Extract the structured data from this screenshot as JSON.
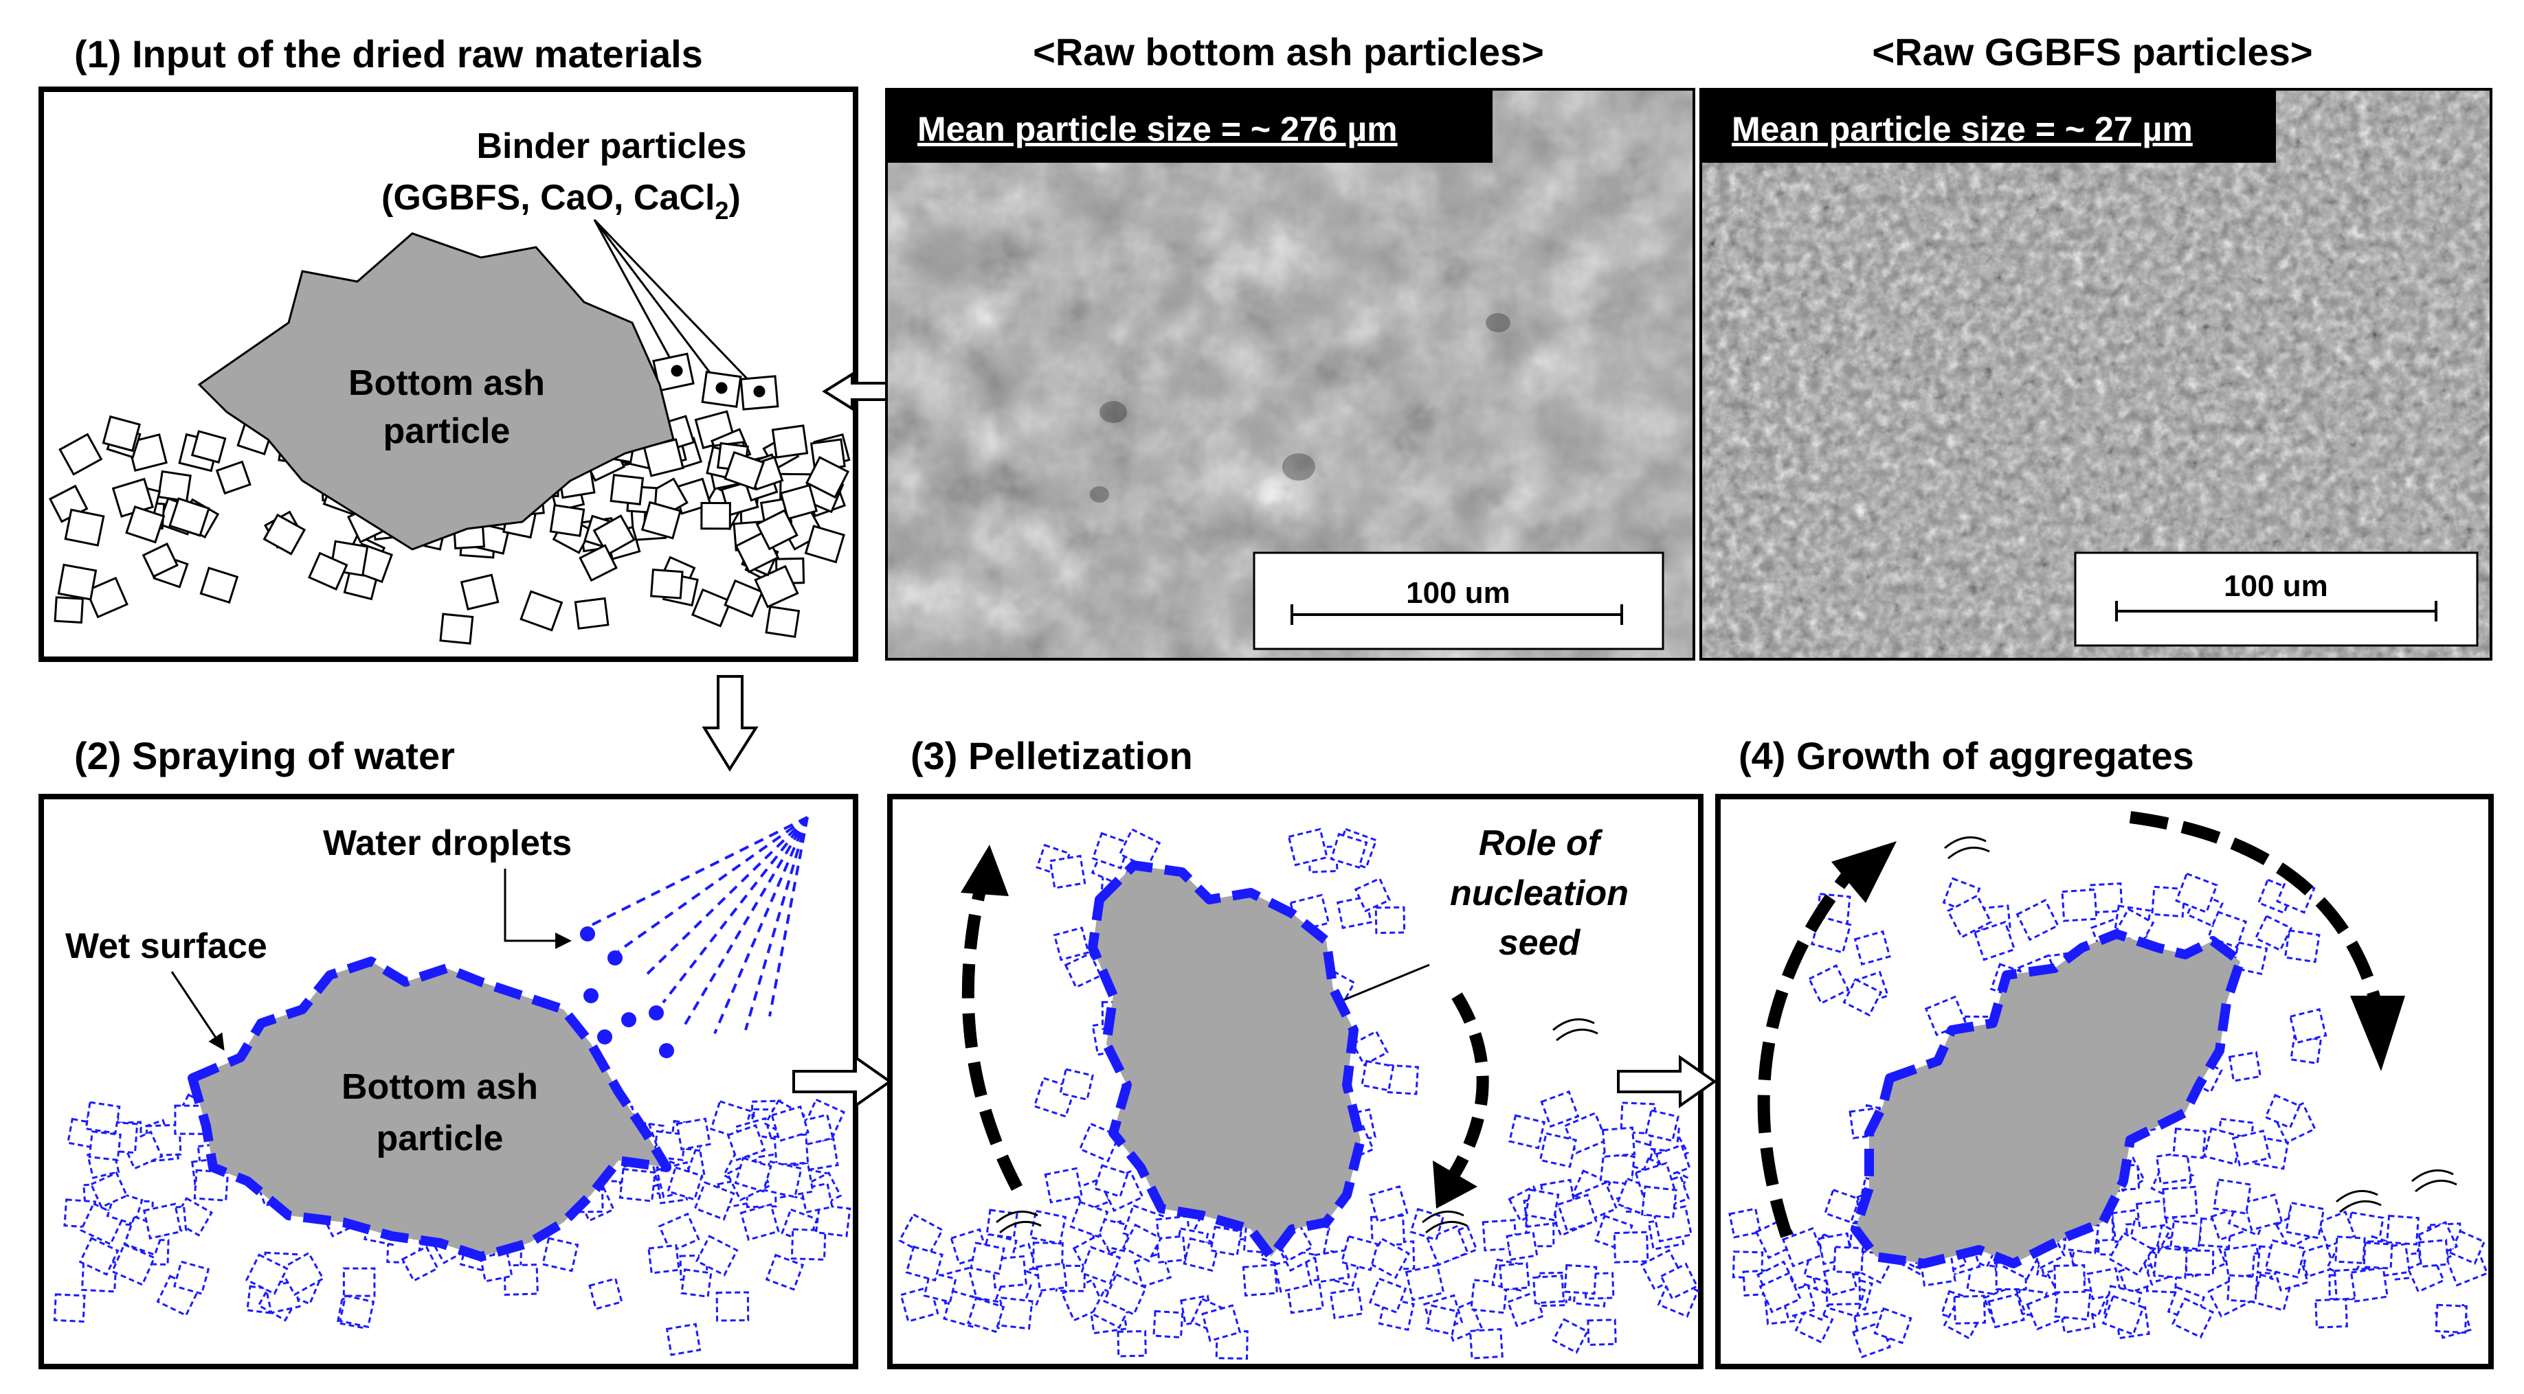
{
  "panels": {
    "p1_title": "(1) Input of the dried raw materials",
    "p2_title": "(2) Spraying of water",
    "p3_title": "(3) Pelletization",
    "p4_title": "(4) Growth of aggregates"
  },
  "sem": {
    "bottom_ash_title": "<Raw bottom ash particles>",
    "bottom_ash_caption": "Mean particle size = ~ 276 µm",
    "ggbfs_title": "<Raw GGBFS particles>",
    "ggbfs_caption": "Mean particle size = ~ 27 µm",
    "scale_label": "100 um"
  },
  "labels": {
    "binder_line1": "Binder particles",
    "binder_line2": "(GGBFS,  CaO,  CaCl",
    "binder_sub": "2",
    "binder_close": ")",
    "bottom_ash_line1": "Bottom ash",
    "bottom_ash_line2": "particle",
    "water_droplets": "Water droplets",
    "wet_surface": "Wet surface",
    "role_line1": "Role of",
    "role_line2": "nucleation",
    "role_line3": "seed"
  },
  "colors": {
    "particle_gray": "#a6a6a6",
    "wet_blue": "#1a1aff",
    "frame": "#000000"
  }
}
